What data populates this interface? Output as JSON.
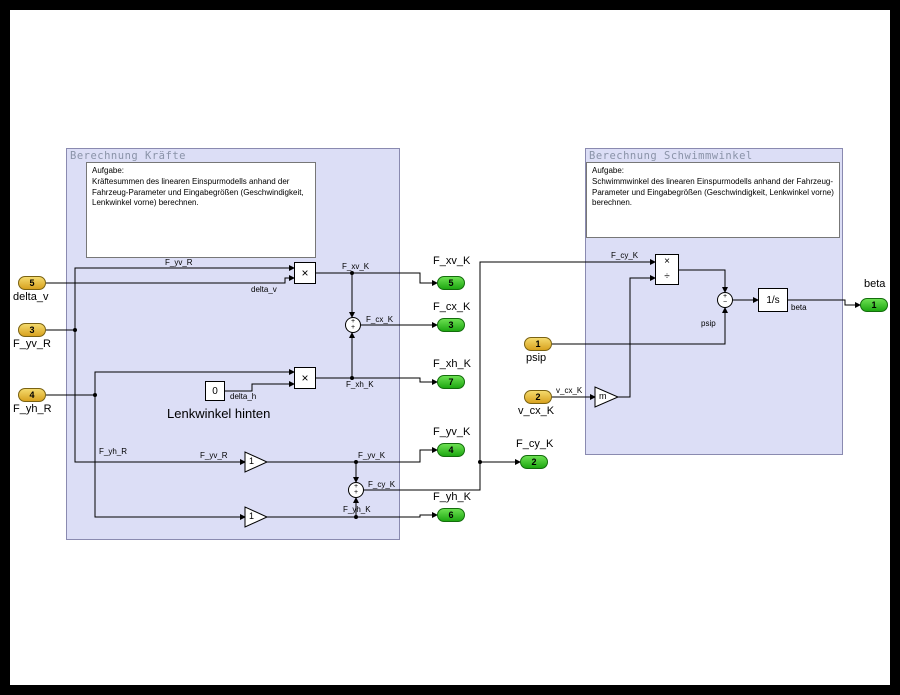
{
  "colors": {
    "background": "#ffffff",
    "frame": "#000000",
    "region_fill": "#dcdef6",
    "region_border": "#8a8ab0",
    "wire": "#000000",
    "inport_fill": "#e8bc2e",
    "outport_fill": "#33cc22"
  },
  "regions": {
    "kraefte": {
      "title": "Berechnung Kräfte",
      "note_heading": "Aufgabe:",
      "note_body": "Kräftesummen des linearen Einspurmodells anhand der Fahrzeug-Parameter und Eingabegrößen (Geschwindigkeit, Lenkwinkel vorne) berechnen."
    },
    "schwimmwinkel": {
      "title": "Berechnung Schwimmwinkel",
      "note_heading": "Aufgabe:",
      "note_body": "Schwimmwinkel des linearen Einspurmodells anhand der Fahrzeug-Parameter und Eingabegrößen (Geschwindigkeit, Lenkwinkel vorne) berechnen."
    }
  },
  "inports": {
    "delta_v": {
      "number": "5",
      "label": "delta_v"
    },
    "F_yv_R": {
      "number": "3",
      "label": "F_yv_R"
    },
    "F_yh_R": {
      "number": "4",
      "label": "F_yh_R"
    },
    "psip": {
      "number": "1",
      "label": "psip"
    },
    "v_cx_K": {
      "number": "2",
      "label": "v_cx_K"
    }
  },
  "outports": {
    "F_xv_K": {
      "number": "5",
      "label": "F_xv_K"
    },
    "F_cx_K": {
      "number": "3",
      "label": "F_cx_K"
    },
    "F_xh_K": {
      "number": "7",
      "label": "F_xh_K"
    },
    "F_yv_K": {
      "number": "4",
      "label": "F_yv_K"
    },
    "F_cy_K": {
      "number": "2",
      "label": "F_cy_K"
    },
    "F_yh_K": {
      "number": "6",
      "label": "F_yh_K"
    },
    "beta": {
      "number": "1",
      "label": "beta"
    }
  },
  "blocks": {
    "product_front": {
      "symbol": "×"
    },
    "product_rear": {
      "symbol": "×"
    },
    "product_divide": {
      "mul": "×",
      "div": "÷"
    },
    "constant_delta_h": {
      "value": "0",
      "label": "delta_h"
    },
    "gain_front": {
      "value": "1"
    },
    "gain_rear": {
      "value": "1"
    },
    "gain_mass": {
      "value": "m"
    },
    "integrator": {
      "value": "1/s",
      "label": "beta"
    },
    "sum_fcx": {
      "sign_top": "+",
      "sign_bottom": "+"
    },
    "sum_fcy": {
      "sign_top": "+",
      "sign_bottom": "+"
    },
    "sum_beta": {
      "sign_top": "+",
      "sign_bottom": "−"
    }
  },
  "signal_labels": {
    "fyv_to_product": "F_yv_R",
    "delta_v": "delta_v",
    "fyv_to_gain": "F_yv_R",
    "fyh": "F_yh_R",
    "fxv": "F_xv_K",
    "fcx": "F_cx_K",
    "fxh": "F_xh_K",
    "fyv_k": "F_yv_K",
    "fyh_k": "F_yh_K",
    "fcy": "F_cy_K",
    "fcy_to_product": "F_cy_K",
    "psip": "psip",
    "vcx": "v_cx_K"
  },
  "annotations": {
    "lenkwinkel_hinten": "Lenkwinkel hinten"
  }
}
